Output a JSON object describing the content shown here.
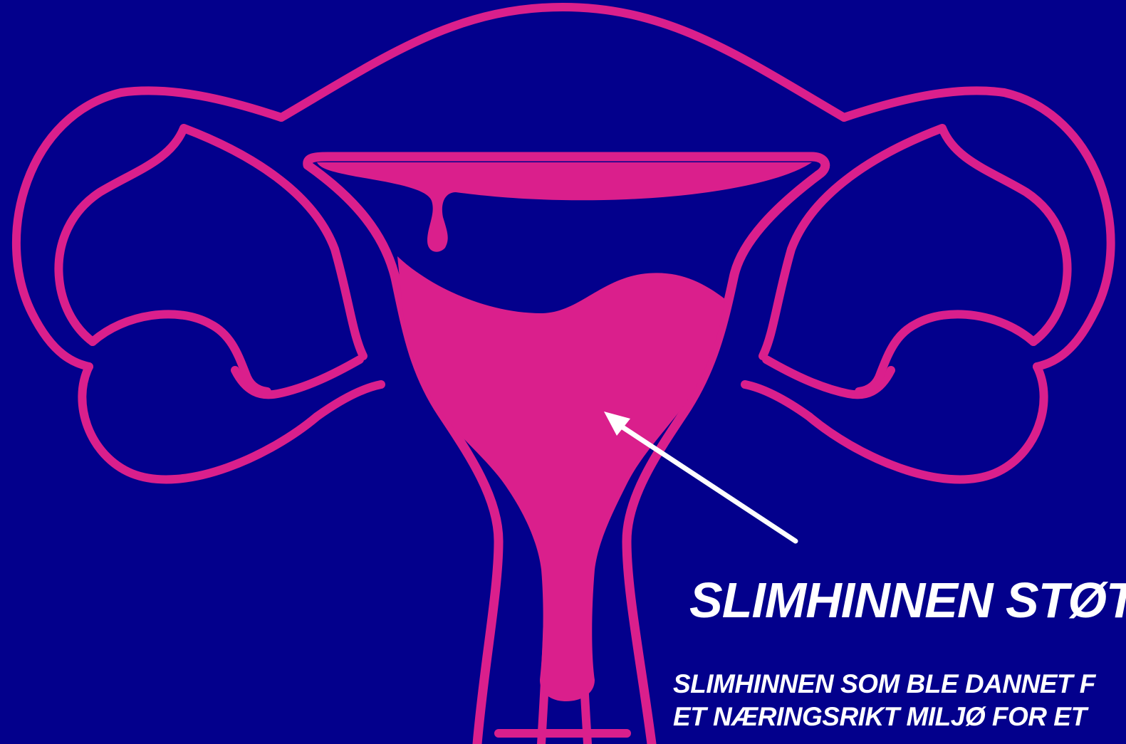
{
  "colors": {
    "background": "#03008c",
    "organ": "#da1f8c",
    "text": "#ffffff",
    "arrow": "#ffffff"
  },
  "slide": {
    "heading": "SLIMHINNEN STØT",
    "body_lines": [
      "SLIMHINNEN SOM BLE DANNET F",
      "ET NÆRINGSRIKT MILJØ FOR ET"
    ]
  }
}
